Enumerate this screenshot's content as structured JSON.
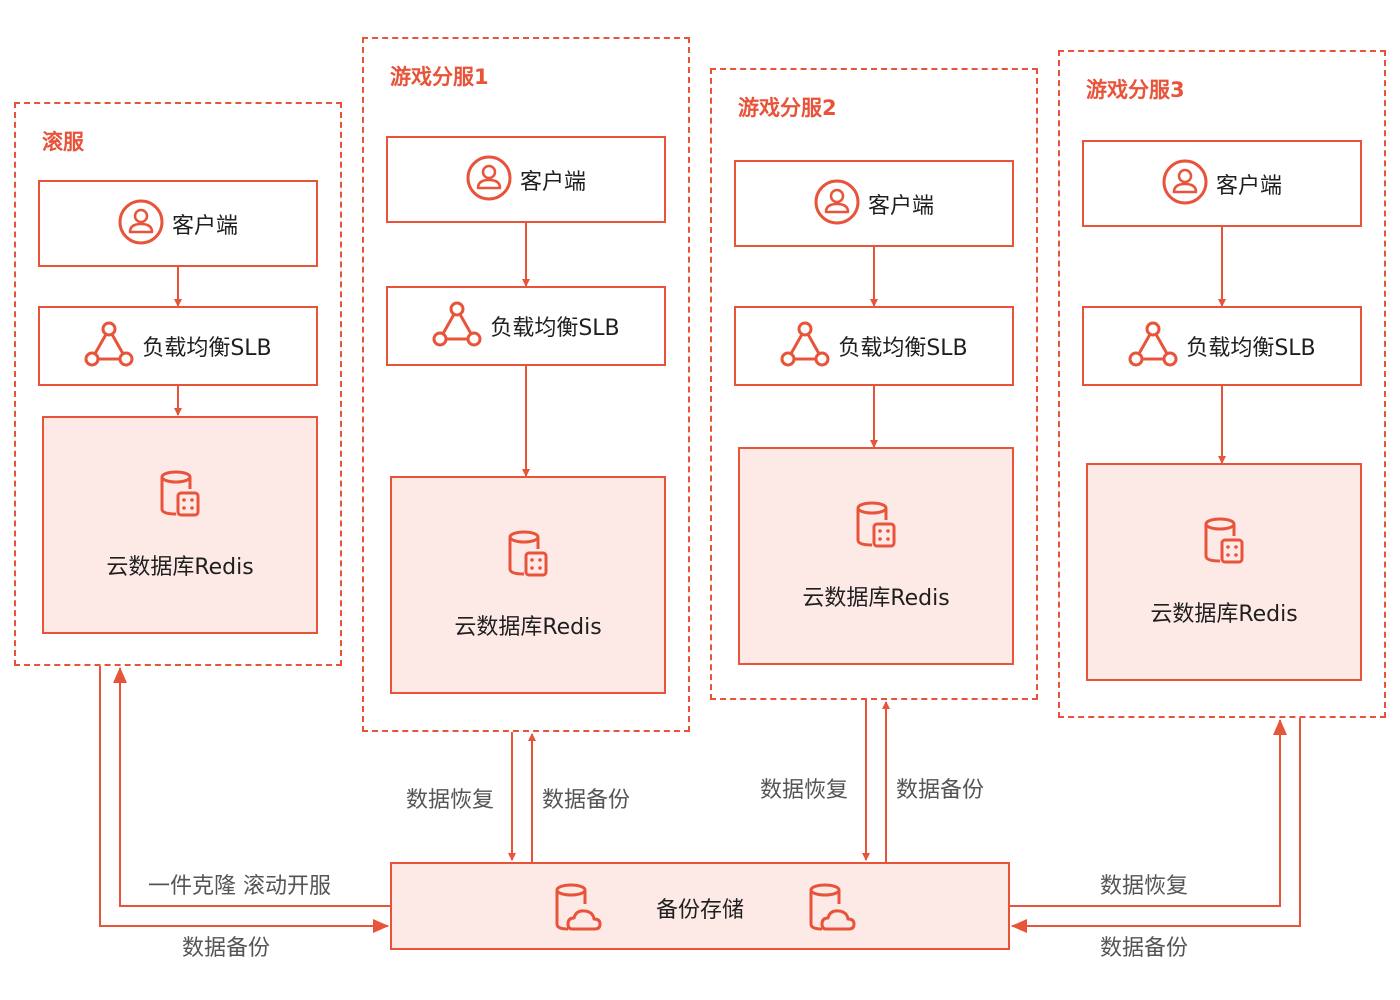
{
  "colors": {
    "accent": "#e8543a",
    "fill": "#fde9e6"
  },
  "icons": {
    "client": "user-icon",
    "slb": "load-balancer-icon",
    "redis": "database-icon",
    "backup": "cloud-database-icon"
  },
  "groups": [
    {
      "title": "滚服",
      "client": "客户端",
      "slb": "负载均衡SLB",
      "db": "云数据库Redis"
    },
    {
      "title": "游戏分服1",
      "client": "客户端",
      "slb": "负载均衡SLB",
      "db": "云数据库Redis"
    },
    {
      "title": "游戏分服2",
      "client": "客户端",
      "slb": "负载均衡SLB",
      "db": "云数据库Redis"
    },
    {
      "title": "游戏分服3",
      "client": "客户端",
      "slb": "负载均衡SLB",
      "db": "云数据库Redis"
    }
  ],
  "backup": {
    "label": "备份存储"
  },
  "edges": {
    "g0_clone": "一件克隆 滚动开服",
    "g0_backup": "数据备份",
    "g1_restore": "数据恢复",
    "g1_backup": "数据备份",
    "g2_restore": "数据恢复",
    "g2_backup": "数据备份",
    "g3_restore": "数据恢复",
    "g3_backup": "数据备份"
  }
}
